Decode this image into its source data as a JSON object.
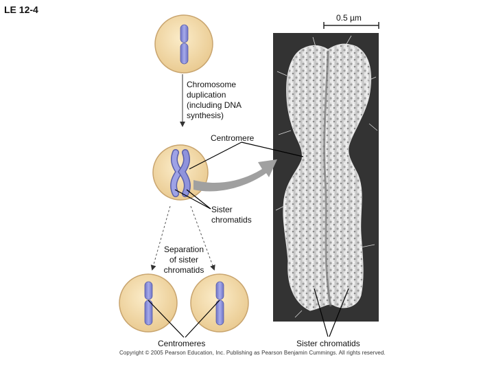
{
  "title": "LE 12-4",
  "scale_bar": {
    "label": "0.5 µm"
  },
  "labels": {
    "duplication": [
      "Chromosome",
      "duplication",
      "(including DNA",
      "synthesis)"
    ],
    "centromere": "Centromere",
    "sister_chromatids": [
      "Sister",
      "chromatids"
    ],
    "separation": [
      "Separation",
      "of sister",
      "chromatids"
    ],
    "centromeres": "Centromeres",
    "sister_chromatids_right": "Sister chromatids"
  },
  "copyright": "Copyright © 2005 Pearson Education, Inc. Publishing as Pearson Benjamin Cummings. All rights reserved.",
  "colors": {
    "cell_fill": "#f2d9a8",
    "cell_edge": "#c8a46e",
    "chromosome": "#8a8fd6",
    "chromosome_edge": "#5a5fa8",
    "arrow_gray": "#9a9a9a",
    "micrograph_bg": "#3a3a3a"
  }
}
